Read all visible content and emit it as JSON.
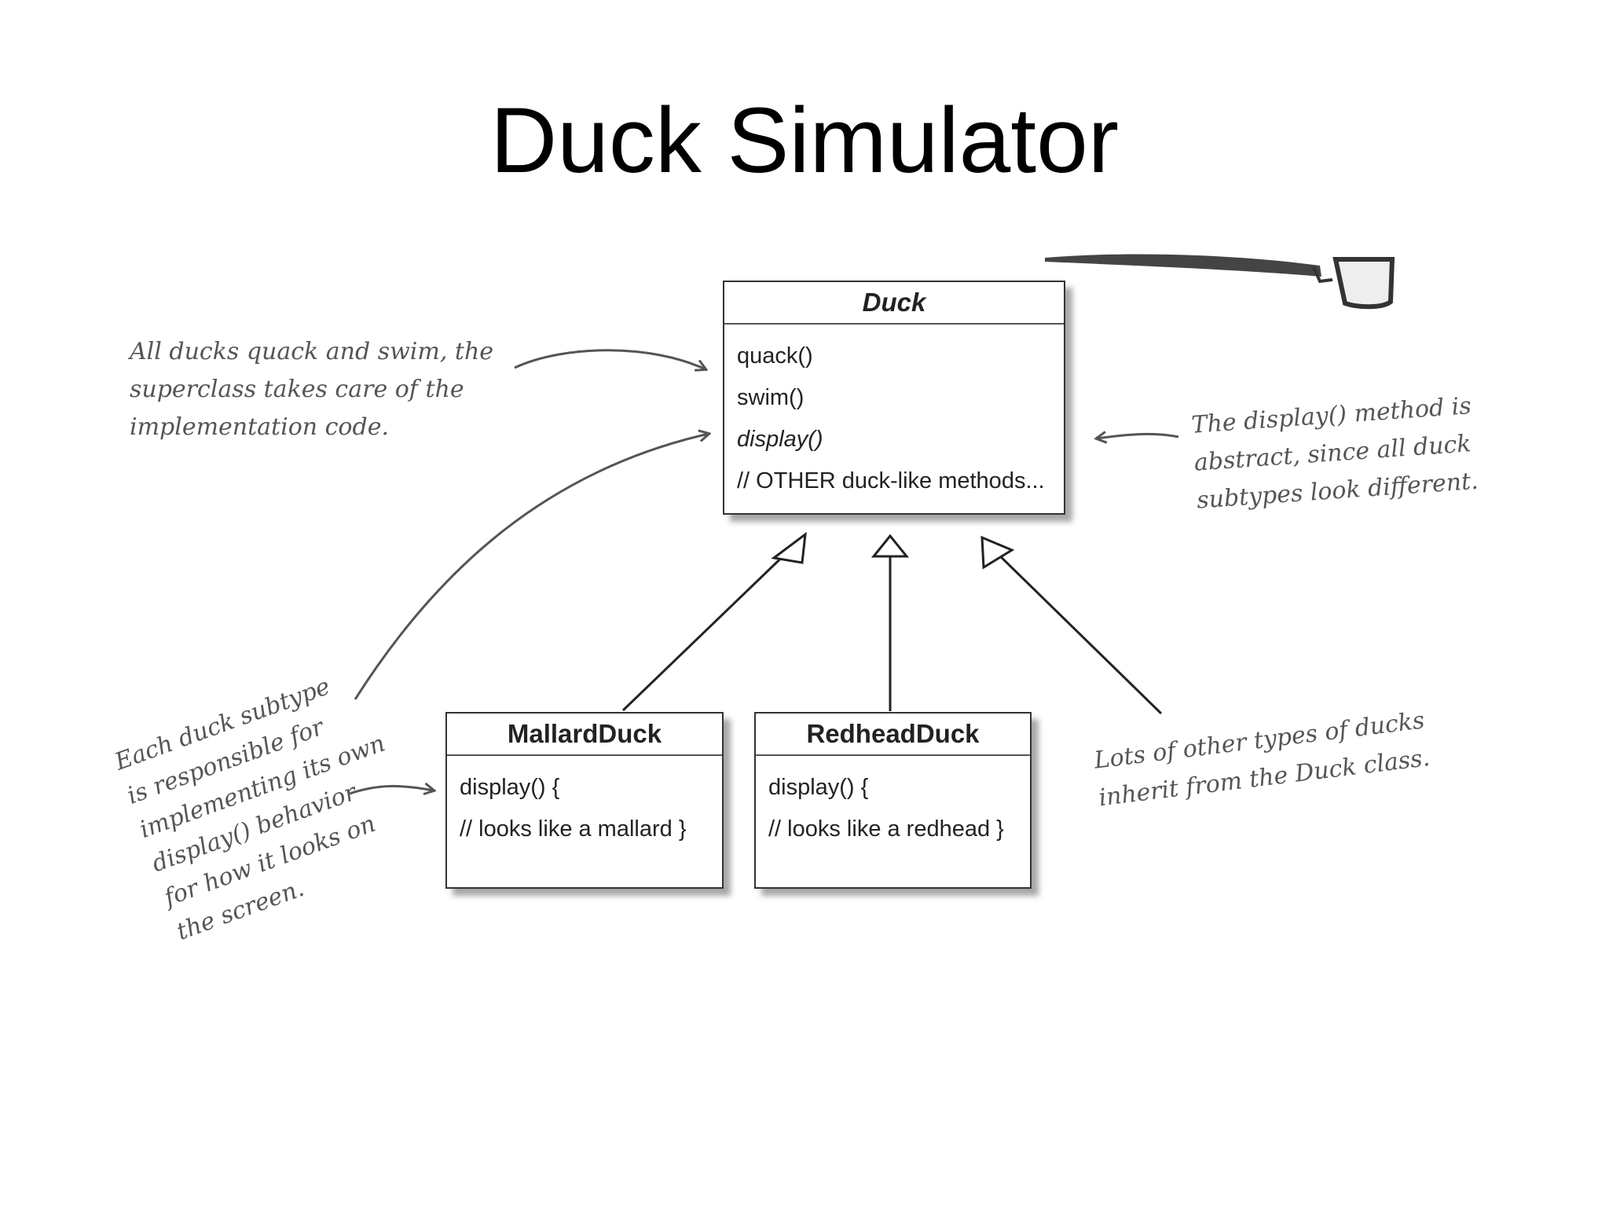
{
  "title": "Duck Simulator",
  "classes": {
    "duck": {
      "name": "Duck",
      "methods": [
        "quack()",
        "swim()",
        "display()",
        "// OTHER duck-like methods..."
      ]
    },
    "mallard": {
      "name": "MallardDuck",
      "methods": [
        "display() {",
        "// looks like a mallard }"
      ]
    },
    "redhead": {
      "name": "RedheadDuck",
      "methods": [
        "display() {",
        "// looks like a redhead }"
      ]
    }
  },
  "notes": {
    "superclass": "All ducks quack and swim, the\nsuperclass takes care of the\nimplementation code.",
    "abstract_display": "The display() method is\nabstract, since all duck\nsubtypes look different.",
    "subtype": "Each duck subtype\nis responsible for\nimplementing its own\ndisplay() behavior\nfor how it looks on\nthe screen.",
    "other_types": "Lots of other types of ducks\ninherit from the Duck class."
  }
}
